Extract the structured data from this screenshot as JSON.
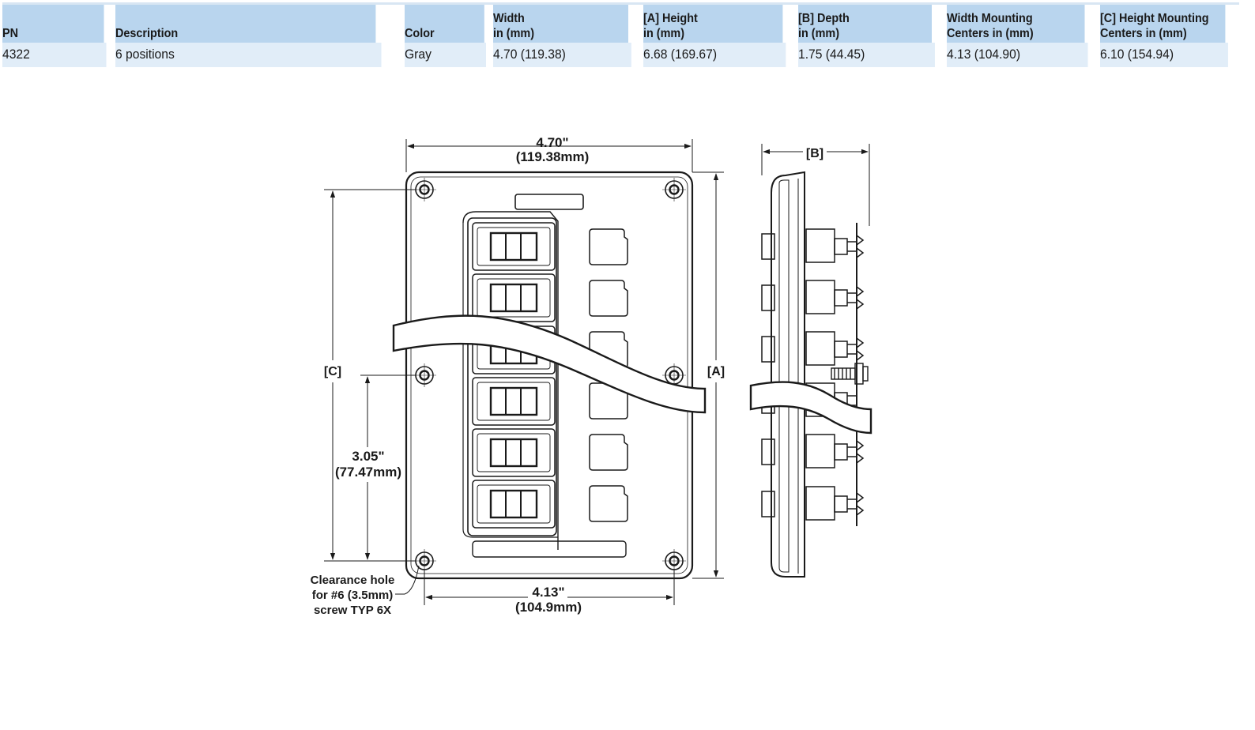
{
  "table": {
    "columns": [
      "PN",
      "Description",
      "Color",
      "Width\nin (mm)",
      "[A] Height\nin (mm)",
      "[B] Depth\nin (mm)",
      "Width Mounting\nCenters in (mm)",
      "[C] Height Mounting\nCenters in (mm)"
    ],
    "rows": [
      [
        "4322",
        "6 positions",
        "Gray",
        "4.70 (119.38)",
        "6.68 (169.67)",
        "1.75 (44.45)",
        "4.13 (104.90)",
        "6.10 (154.94)"
      ]
    ]
  },
  "diagram": {
    "width_label": "4.70\"",
    "width_mm_label": "(119.38mm)",
    "depth_label": "[B]",
    "height_label": "[A]",
    "mount_height_label": "[C]",
    "mid_label": "3.05\"",
    "mid_mm_label": "(77.47mm)",
    "mount_width_label": "4.13\"",
    "mount_width_mm_label": "(104.9mm)",
    "note_line1": "Clearance hole",
    "note_line2": "for #6 (3.5mm)",
    "note_line3": "screw TYP 6X",
    "switch_positions": 6
  },
  "colors": {
    "header_bg": "#b9d5ee",
    "row_bg": "#e1edf8",
    "line": "#1a1a1a"
  }
}
